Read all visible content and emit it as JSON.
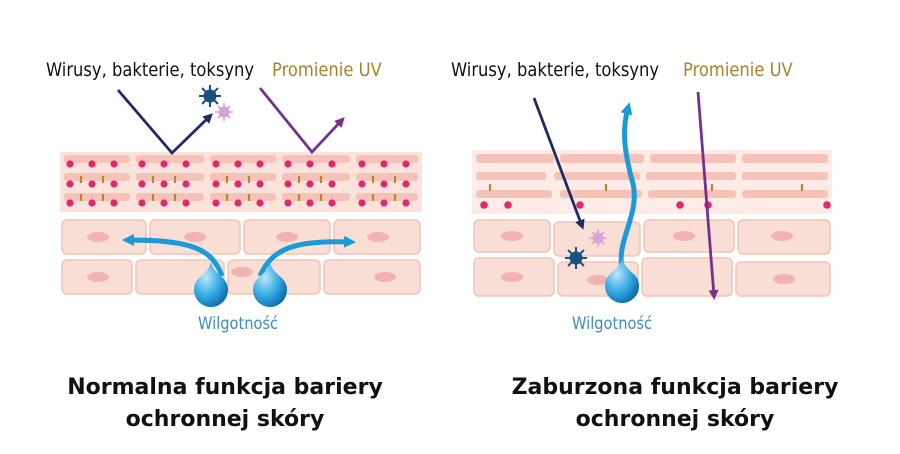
{
  "left": {
    "label_pathogens": "Wirusy, bakterie, toksyny",
    "label_uv": "Promienie UV",
    "label_moisture": "Wilgotność",
    "caption_line1": "Normalna funkcja bariery",
    "caption_line2": "ochronnej skóry"
  },
  "right": {
    "label_pathogens": "Wirusy, bakterie, toksyny",
    "label_uv": "Promienie UV",
    "label_moisture": "Wilgotność",
    "caption_line1": "Zaburzona funkcja bariery",
    "caption_line2": "ochronnej skóry"
  },
  "colors": {
    "pathogen_arrow": "#1f2a66",
    "uv_arrow": "#7a2f8c",
    "moisture": "#1a9ad6",
    "cell_fill": "#f8ded4",
    "cell_stroke": "#f1c4b8",
    "nucleus": "#f1b3b0",
    "lipid_dot": "#e0286e",
    "virus_dark": "#1a4f7e",
    "virus_light": "#d6a3d8"
  }
}
